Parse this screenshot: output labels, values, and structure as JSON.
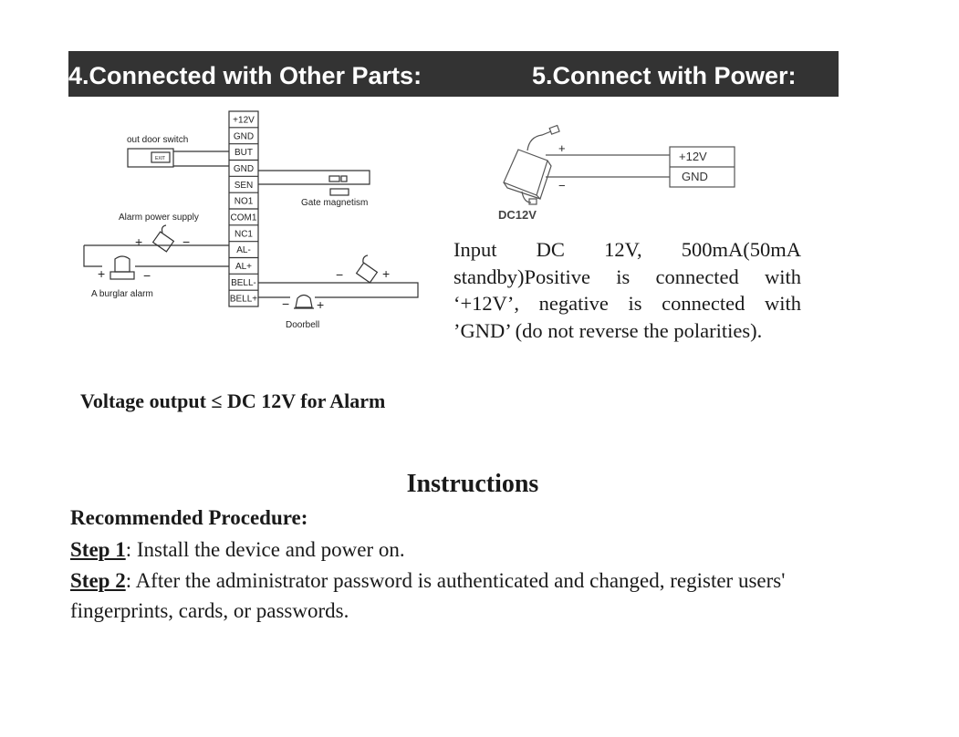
{
  "header": {
    "left_title": "4.Connected with Other Parts:",
    "right_title": "5.Connect with Power:"
  },
  "wiring_diagram": {
    "terminals": [
      "+12V",
      "GND",
      "BUT",
      "GND",
      "SEN",
      "NO1",
      "COM1",
      "NC1",
      "AL-",
      "AL+",
      "BELL-",
      "BELL+"
    ],
    "labels": {
      "out_door_switch": "out door switch",
      "exit": "EXIT",
      "gate_magnetism": "Gate magnetism",
      "alarm_power_supply": "Alarm power supply",
      "burglar_alarm": "A burglar alarm",
      "doorbell": "Doorbell"
    },
    "signs": {
      "plus": "+",
      "minus": "−"
    }
  },
  "power_diagram": {
    "adapter_label": "DC12V",
    "terminals": [
      "+12V",
      "GND"
    ],
    "plus": "+",
    "minus": "−"
  },
  "power_text": "Input DC 12V, 500mA(50mA standby)Positive is connected with ‘+12V’, negative is connected with ’GND’ (do not reverse the polarities).",
  "voltage_note": "Voltage output ≤ DC 12V for Alarm",
  "instructions": {
    "title": "Instructions",
    "procedure_heading": "Recommended Procedure:",
    "steps": [
      {
        "label": "Step 1",
        "text": ": Install the device and power on."
      },
      {
        "label": "Step 2",
        "text": ": After the administrator password is authenticated and changed, register users' fingerprints, cards, or passwords."
      }
    ]
  }
}
